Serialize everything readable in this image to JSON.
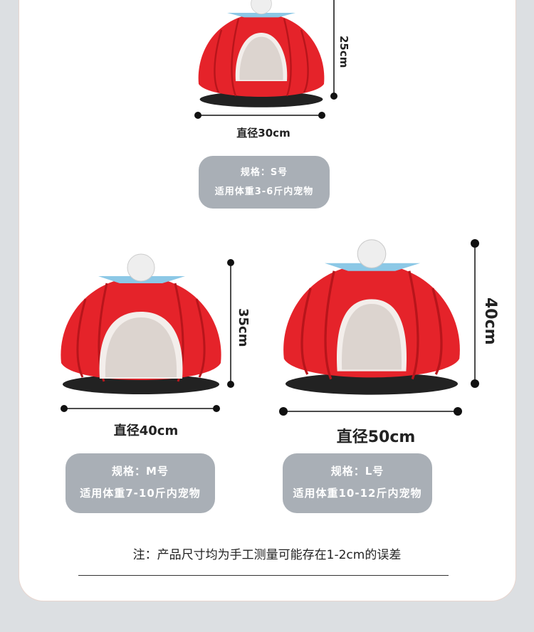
{
  "products": {
    "s": {
      "height": "25cm",
      "diameter": "直径30cm",
      "spec": "规格：S号",
      "weight": "适用体重3-6斤内宠物"
    },
    "m": {
      "height": "35cm",
      "diameter": "直径40cm",
      "spec": "规格：M号",
      "weight": "适用体重7-10斤内宠物"
    },
    "l": {
      "height": "40cm",
      "diameter": "直径50cm",
      "spec": "规格：L号",
      "weight": "适用体重10-12斤内宠物"
    }
  },
  "note": "注：产品尺寸均为手工测量可能存在1-2cm的误差",
  "colors": {
    "bed_red": "#e5232a",
    "bed_inner": "#dcd4cf",
    "leaf": "#8cc8e6",
    "pill_bg": "#a9afb6",
    "background": "#dcdfe2"
  }
}
